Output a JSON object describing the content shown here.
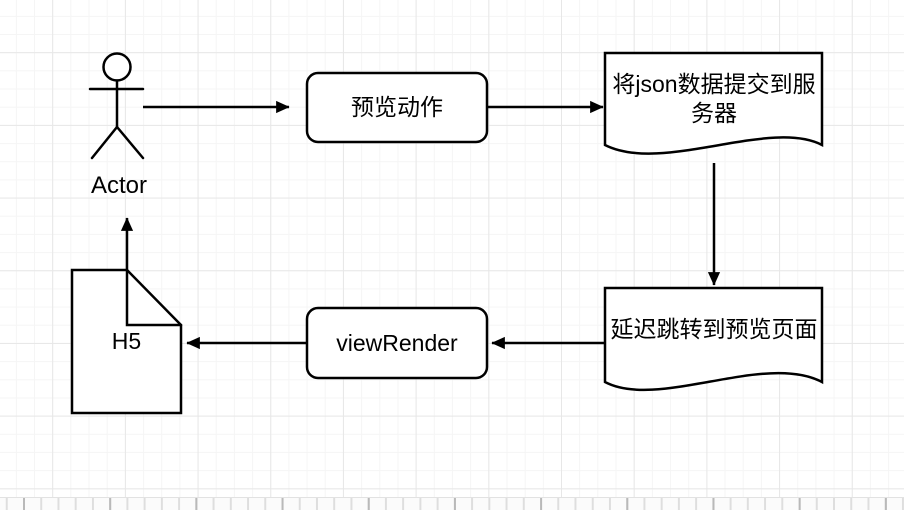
{
  "diagram": {
    "nodes": {
      "actor": {
        "label": "Actor",
        "type": "actor"
      },
      "preview_action": {
        "label": "预览动作",
        "type": "rounded-rectangle"
      },
      "submit_json": {
        "label": "将json数据提交到服务器",
        "type": "document"
      },
      "delayed_redirect": {
        "label": "延迟跳转到预览页面",
        "type": "document"
      },
      "view_render": {
        "label": "viewRender",
        "type": "rounded-rectangle"
      },
      "h5_page": {
        "label": "H5",
        "type": "note"
      }
    },
    "colors": {
      "stroke": "#000000",
      "shape_fill": "#ffffff",
      "canvas": "#ffffff",
      "grid_minor": "#f5f5f5",
      "grid_major": "#e7e7e7",
      "ruler_tick": "#b9b9b9"
    }
  }
}
